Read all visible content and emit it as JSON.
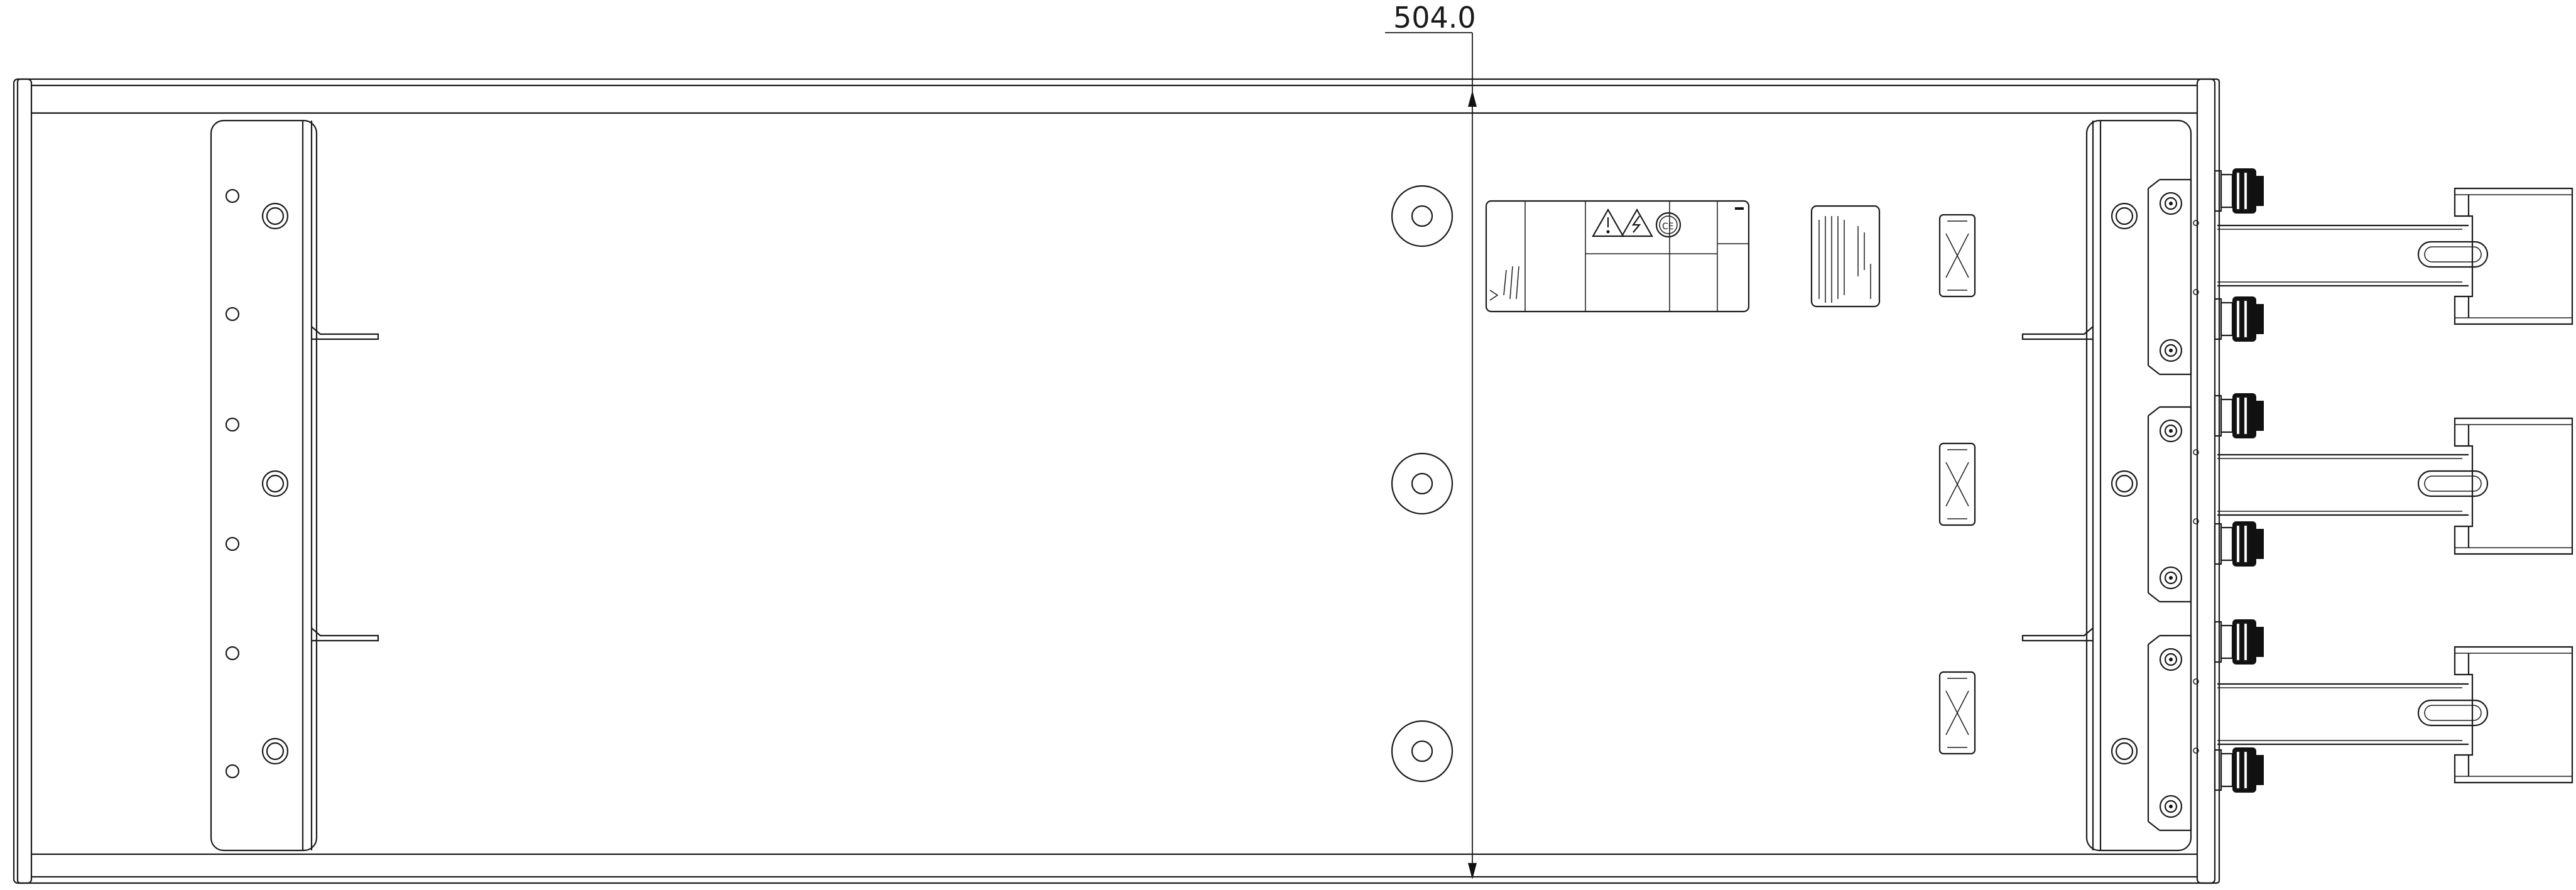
{
  "drawing": {
    "dimension": {
      "value": "504.0"
    },
    "labels": {
      "certification_mark": "CE",
      "warning_symbols": [
        "hazard-triangle",
        "electric-shock-triangle",
        "ce-circle"
      ]
    },
    "colors": {
      "line": "#1a1a1a",
      "background": "#ffffff"
    }
  }
}
